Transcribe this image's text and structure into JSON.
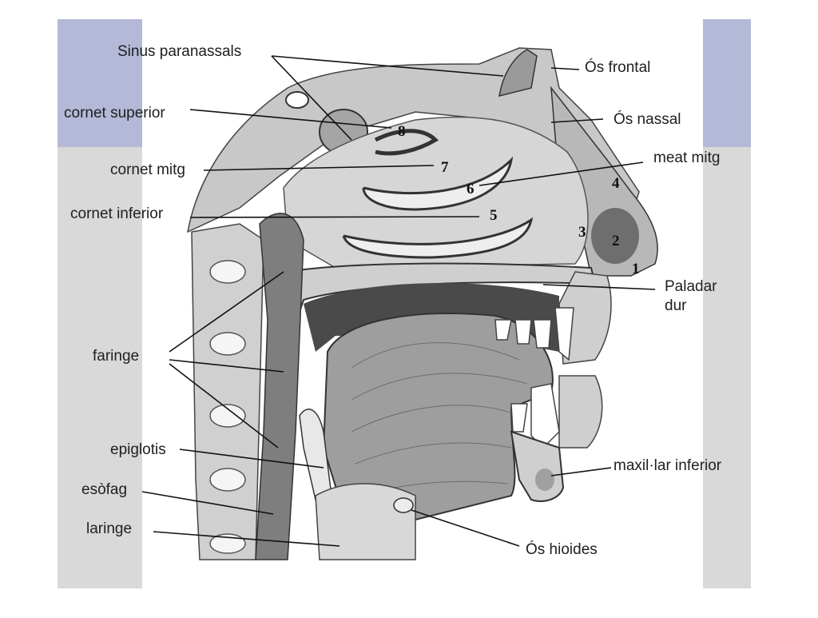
{
  "colors": {
    "band": "#b4b9d8",
    "side_panel": "#d9d9d9",
    "bone": "#cfcfcf",
    "soft": "#8a8a8a",
    "line": "#111111"
  },
  "labels": {
    "sinus": "Sinus paranassals",
    "os_frontal": "Ós frontal",
    "cornet_superior": "cornet superior",
    "os_nassal": "Ós nassal",
    "meat_mitg": "meat mitg",
    "cornet_mitg": "cornet mitg",
    "cornet_inferior": "cornet inferior",
    "paladar": "Paladar",
    "dur": "dur",
    "faringe": "faringe",
    "epiglotis": "epiglotis",
    "maxilar": "maxil·lar inferior",
    "esofag": "esòfag",
    "laringe": "laringe",
    "os_hioides": "Ós hioides"
  },
  "numbers": [
    "1",
    "2",
    "3",
    "4",
    "5",
    "6",
    "7",
    "8"
  ]
}
